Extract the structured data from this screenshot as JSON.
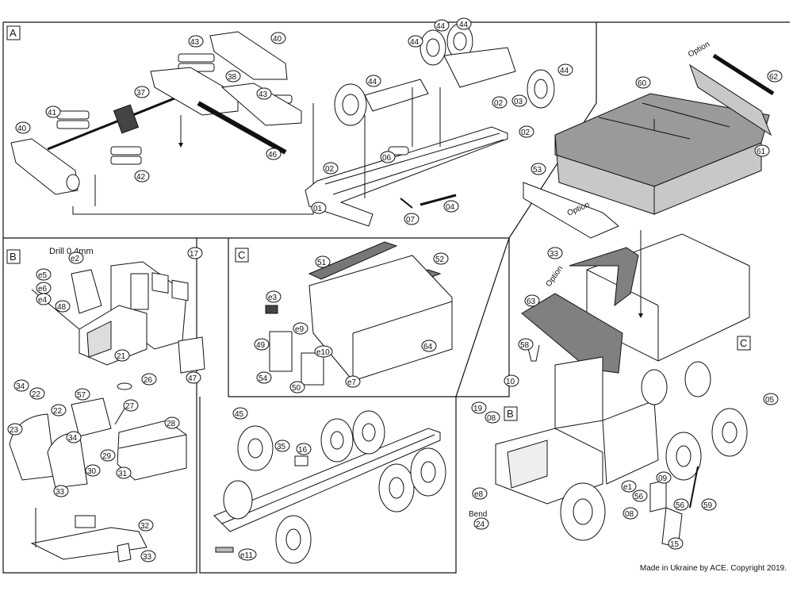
{
  "panels": {
    "a": {
      "tag": "A"
    },
    "b": {
      "tag": "B"
    },
    "c": {
      "tag": "C"
    },
    "b_ref": {
      "tag": "B"
    },
    "c_ref": {
      "tag": "C"
    }
  },
  "notes": {
    "option_top": "Option",
    "option_rail": "Option",
    "option_cover": "Option",
    "drill": "Drill 0.4mm",
    "bend": "Bend",
    "footer": "Made in Ukraine by ACE. Copyright 2019."
  },
  "parts": {
    "p01": "01",
    "p02a": "02",
    "p02b": "02",
    "p02c": "02",
    "p03": "03",
    "p04": "04",
    "p05": "05",
    "p06": "06",
    "p07": "07",
    "p08a": "08",
    "p08b": "08",
    "p09": "09",
    "p10": "10",
    "p15": "15",
    "p16": "16",
    "p17": "17",
    "p19": "19",
    "p21": "21",
    "p22a": "22",
    "p22b": "22",
    "p23": "23",
    "p24": "24",
    "p26": "26",
    "p27": "27",
    "p28": "28",
    "p29": "29",
    "p30": "30",
    "p31": "31",
    "p32": "32",
    "p33a": "33",
    "p33b": "33",
    "p33c": "33",
    "p34a": "34",
    "p34b": "34",
    "p35": "35",
    "p37": "37",
    "p38": "38",
    "p40a": "40",
    "p40b": "40",
    "p41": "41",
    "p42": "42",
    "p43a": "43",
    "p43b": "43",
    "p44a": "44",
    "p44b": "44",
    "p44c": "44",
    "p44d": "44",
    "p44e": "44",
    "p45": "45",
    "p46": "46",
    "p47": "47",
    "p48": "48",
    "p49": "49",
    "p50": "50",
    "p51": "51",
    "p52": "52",
    "p53": "53",
    "p54": "54",
    "p56a": "56",
    "p56b": "56",
    "p57": "57",
    "p58": "58",
    "p59": "59",
    "p60": "60",
    "p61": "61",
    "p62": "62",
    "p63": "63",
    "p64": "64",
    "e1": "e1",
    "e2": "e2",
    "e3": "e3",
    "e4": "e4",
    "e5": "e5",
    "e6": "e6",
    "e7": "e7",
    "e8": "e8",
    "e9": "e9",
    "e10": "e10",
    "e11": "e11"
  },
  "colors": {
    "line": "#111111",
    "tarp": "#9a9a9a",
    "tarp_light": "#c8c8c8",
    "paper": "#ffffff"
  }
}
